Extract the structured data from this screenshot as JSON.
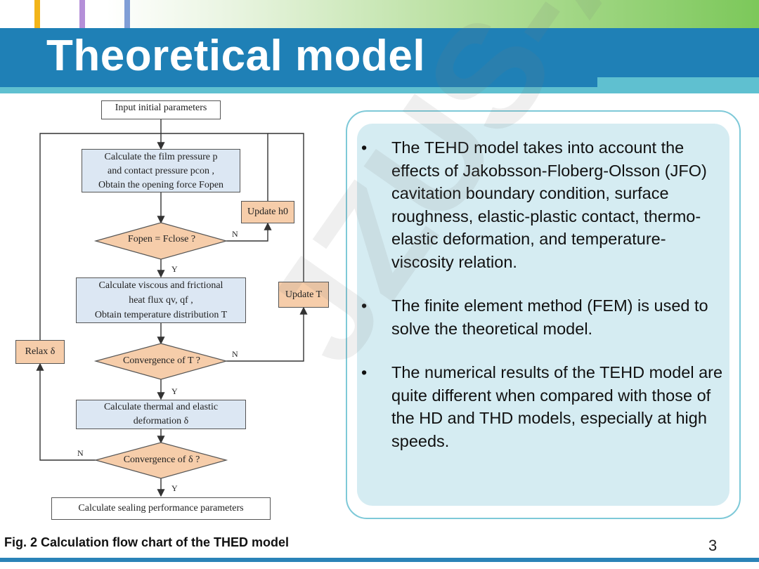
{
  "slide": {
    "title": "Theoretical model",
    "page_number": "3",
    "watermark": "JZUS-A",
    "caption": "Fig. 2 Calculation flow chart of the THED model"
  },
  "flowchart": {
    "input": "Input initial parameters",
    "calc_pressure": [
      "Calculate the film pressure p",
      "and contact pressure pcon ,",
      "Obtain the opening force Fopen"
    ],
    "decision_force": "Fopen = Fclose ?",
    "update_h0": "Update h0",
    "calc_viscous": [
      "Calculate viscous and frictional",
      "heat flux qv, qf ,",
      "Obtain temperature distribution T"
    ],
    "update_T": "Update T",
    "relax": "Relax δ",
    "decision_T": "Convergence of T ?",
    "calc_thermal": [
      "Calculate thermal and elastic",
      "deformation δ"
    ],
    "decision_delta": "Convergence of δ ?",
    "final": "Calculate sealing performance parameters",
    "yes": "Y",
    "no": "N"
  },
  "bullets": [
    "The  TEHD model takes into account the effects of Jakobsson-Floberg-Olsson (JFO) cavitation boundary condition, surface roughness, elastic-plastic contact, thermo-elastic deformation, and temperature-viscosity relation.",
    "The finite element method (FEM) is used to solve the theoretical model.",
    "The numerical results of the TEHD model are quite different when compared with those of the HD and THD models, especially at high speeds."
  ],
  "bullet_symbol": "•",
  "colors": {
    "title_band": "#1f80b6",
    "accent": "#5fc0d0",
    "process_box": "#dce7f3",
    "decision_box": "#f6cdaa",
    "panel_fill": "#d5ecf2"
  }
}
